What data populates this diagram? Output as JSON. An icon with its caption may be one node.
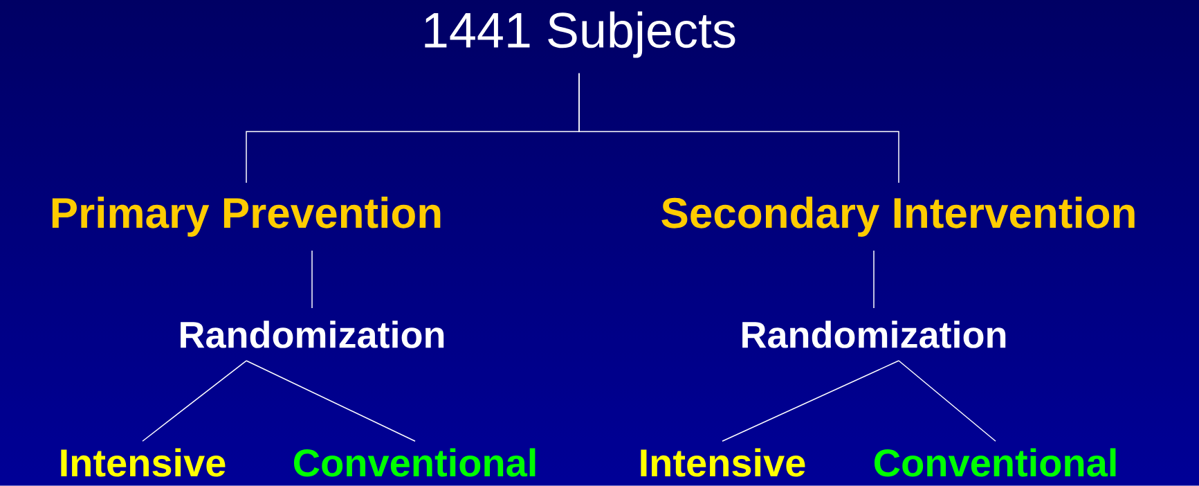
{
  "diagram": {
    "nodes": [
      {
        "text": [
          "1441 Subjects"
        ]
      },
      {
        "text": [
          "Primary Prevention"
        ]
      },
      {
        "text": [
          "Secondary Intervention"
        ]
      },
      {
        "text": [
          "Randomization"
        ]
      },
      {
        "text": [
          "Randomization"
        ]
      },
      {
        "text": [
          "Intensive"
        ]
      },
      {
        "text": [
          "Conventional"
        ]
      },
      {
        "text": [
          "Intensive"
        ]
      },
      {
        "text": [
          "Conventional"
        ]
      }
    ],
    "edges": [
      {
        "from": 0,
        "to": 1,
        "arrow": "none"
      },
      {
        "from": 0,
        "to": 2,
        "arrow": "none"
      },
      {
        "from": 1,
        "to": 3,
        "arrow": "none"
      },
      {
        "from": 2,
        "to": 4,
        "arrow": "none"
      },
      {
        "from": 3,
        "to": 5,
        "arrow": "none"
      },
      {
        "from": 3,
        "to": 6,
        "arrow": "none"
      },
      {
        "from": 4,
        "to": 7,
        "arrow": "none"
      },
      {
        "from": 4,
        "to": 8,
        "arrow": "none"
      }
    ]
  }
}
